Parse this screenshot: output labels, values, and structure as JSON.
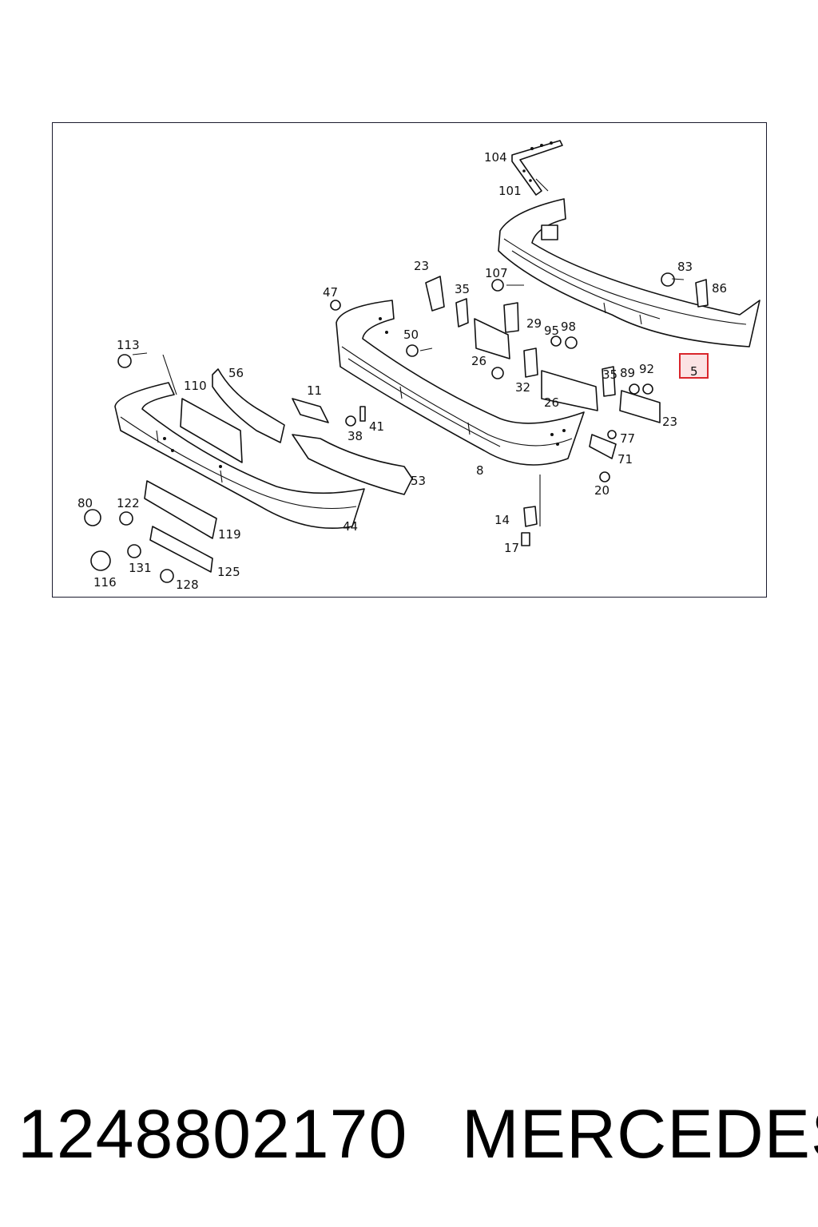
{
  "diagram": {
    "highlight_color": "#d9262b",
    "highlight_fill": "#fbe3e4",
    "highlighted_label": "5",
    "callouts": [
      "104",
      "101",
      "83",
      "86",
      "23",
      "107",
      "35",
      "47",
      "29",
      "95",
      "98",
      "50",
      "26",
      "32",
      "35",
      "89",
      "92",
      "113",
      "56",
      "110",
      "26",
      "23",
      "11",
      "41",
      "38",
      "77",
      "71",
      "8",
      "53",
      "20",
      "80",
      "122",
      "119",
      "44",
      "14",
      "17",
      "116",
      "131",
      "125",
      "128"
    ]
  },
  "footer": {
    "part_number": "1248802170",
    "brand": "MERCEDES"
  }
}
